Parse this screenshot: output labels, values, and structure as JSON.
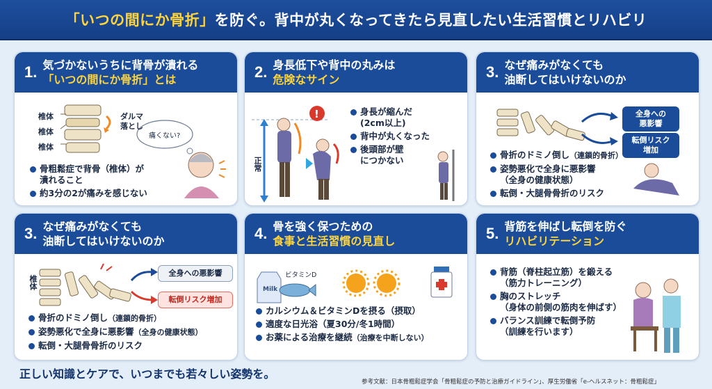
{
  "header": {
    "title_highlight": "「いつの間にか骨折」",
    "title_rest": "を防ぐ。背中が丸くなってきたら見直したい生活習慣とリハビリ"
  },
  "cards": [
    {
      "num": "1.",
      "head_line1": "気づかないうちに背骨が潰れる",
      "head_line2": "「いつの間にか骨折」とは",
      "labels": [
        "椎体",
        "椎体",
        "椎体"
      ],
      "callout": "ダルマ\n落とし",
      "thought": "痛くない?",
      "bullets": [
        {
          "text": "骨粗鬆症で背骨（椎体）が",
          "cont": "潰れること"
        },
        {
          "text": "約3分の2が痛みを感じない",
          "cont": ""
        }
      ]
    },
    {
      "num": "2.",
      "head_line1": "身長低下や背中の丸みは",
      "head_line2": "危険なサイン",
      "side_label": "正常",
      "bullets": [
        {
          "text": "身長が縮んだ",
          "cont": "(2cm以上)"
        },
        {
          "text": "背中が丸くなった",
          "cont": ""
        },
        {
          "text": "後頭部が壁",
          "cont": "につかない"
        }
      ]
    },
    {
      "num": "3.",
      "head_line1": "なぜ痛みがなくても",
      "head_line2": "油断してはいけないのか",
      "pill1": "全身への\n悪影響",
      "pill2": "転倒リスク\n増加",
      "bullets": [
        {
          "text": "骨折のドミノ倒し",
          "sub": "（連鎖的骨折）",
          "cont": ""
        },
        {
          "text": "姿勢悪化で全身に悪影響",
          "cont": "（全身の健康状態）"
        },
        {
          "text": "転倒・大腿骨骨折のリスク",
          "cont": ""
        }
      ]
    },
    {
      "num": "3.",
      "head_line1": "なぜ痛みがなくても",
      "head_line2": "油断してはいけないのか",
      "label": "椎体",
      "pill1": "全身への悪影響",
      "pill2": "転倒リスク増加",
      "bullets": [
        {
          "text": "骨折のドミノ倒し",
          "sub": "（連鎖的骨折）",
          "cont": ""
        },
        {
          "text": "姿勢悪化で全身に悪影響",
          "sub": "（全身の健康状態）",
          "cont": ""
        },
        {
          "text": "転倒・大腿骨骨折のリスク",
          "cont": ""
        }
      ]
    },
    {
      "num": "4.",
      "head_line1": "骨を強く保つための",
      "head_line2": "食事と生活習慣の見直し",
      "milk": "Milk",
      "vitamin": "ビタミンD",
      "bullets": [
        {
          "text": "カルシウム＆ビタミンDを摂る（摂取）",
          "cont": ""
        },
        {
          "text": "適度な日光浴（夏30分/冬1時間）",
          "cont": ""
        },
        {
          "text": "お薬による治療を継続",
          "sub": "（治療を中断しない）",
          "cont": ""
        }
      ]
    },
    {
      "num": "5.",
      "head_line1": "背筋を伸ばし転倒を防ぐ",
      "head_line2": "リハビリテーション",
      "bullets": [
        {
          "text": "背筋（脊柱起立筋）を鍛える",
          "cont": "（筋力トレーニング）"
        },
        {
          "text": "胸のストレッチ",
          "cont": "（身体の前側の筋肉を伸ばす）"
        },
        {
          "text": "バランス訓練で転倒予防",
          "cont": "（訓練を行います）"
        }
      ]
    }
  ],
  "footer": {
    "tagline": "正しい知識とケアで、いつまでも若々しい姿勢を。",
    "reference": "参考文献：日本骨粗鬆症学会「骨粗鬆症の予防と治療ガイドライン」、厚生労働省「e-ヘルスネット：骨粗鬆症」"
  },
  "colors": {
    "navy": "#1a4c9a",
    "yellow": "#ffd43b",
    "red": "#d93a2b",
    "orange": "#f08a24"
  }
}
